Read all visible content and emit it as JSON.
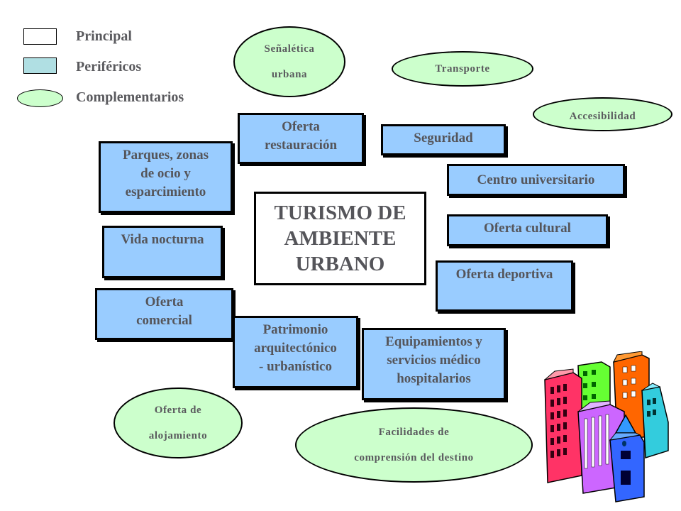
{
  "legend": {
    "principal": "Principal",
    "perifericos": "Periféricos",
    "complementarios": "Complementarios"
  },
  "main_title": "TURISMO DE\nAMBIENTE\nURBANO",
  "peripheral": {
    "oferta_restauracion": "Oferta\nrestauración",
    "seguridad": "Seguridad",
    "parques": "Parques,  zonas\nde ocio y\nesparcimiento",
    "centro_universitario": "Centro universitario",
    "oferta_cultural": "Oferta cultural",
    "vida_nocturna": "Vida nocturna",
    "oferta_deportiva": "Oferta deportiva",
    "oferta_comercial": "Oferta\ncomercial",
    "patrimonio": "Patrimonio\narquitectónico\n- urbanístico",
    "equipamientos": "Equipamientos y\nservicios médico\nhospitalarios"
  },
  "complementary": {
    "senaletica_1": "Señalética",
    "senaletica_2": "urbana",
    "transporte": "Transporte",
    "accesibilidad": "Accesibilidad",
    "alojamiento_1": "Oferta de",
    "alojamiento_2": "alojamiento",
    "facilidades_1": "Facilidades de",
    "facilidades_2": "comprensión del destino"
  },
  "colors": {
    "principal": "#ffffff",
    "peripheral": "#99ccff",
    "complementary": "#ccffcc",
    "legend_peripheral_swatch": "#b0dfe3"
  },
  "decor": {
    "clipart": "city-buildings-clipart"
  }
}
